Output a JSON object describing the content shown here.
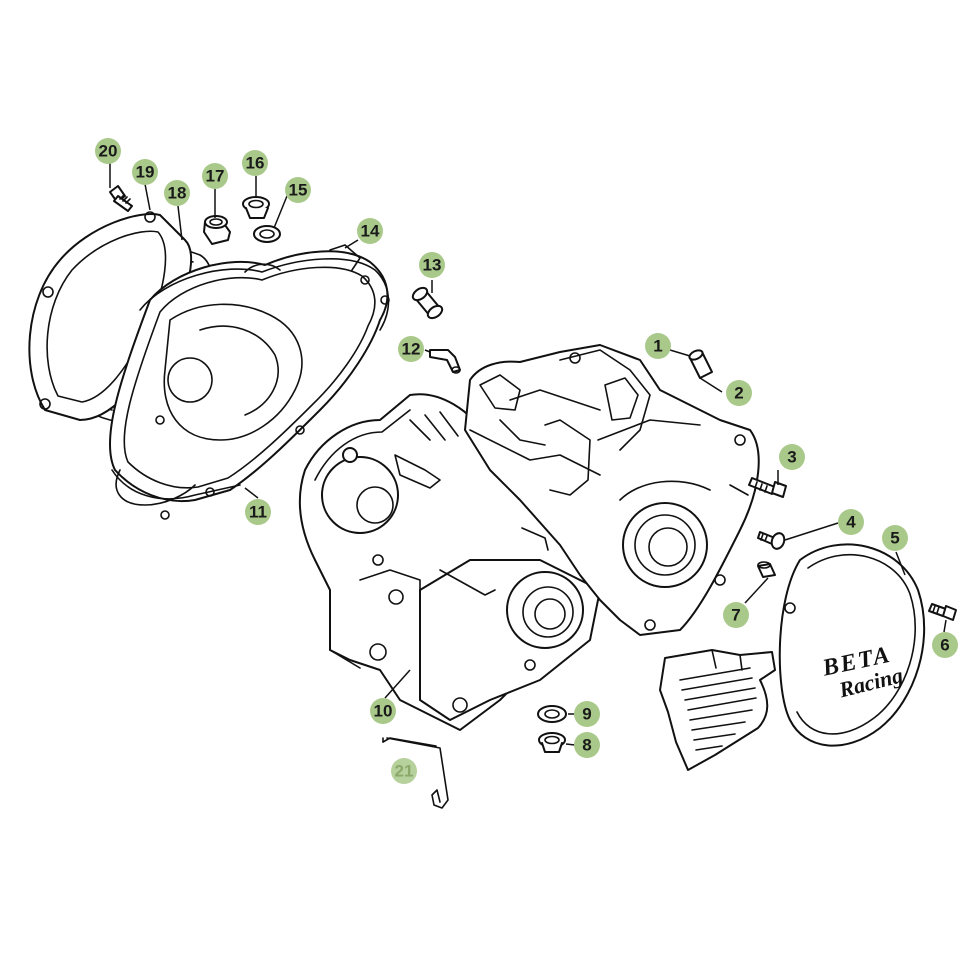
{
  "colors": {
    "callout": "#a9c98a",
    "line": "#111111",
    "background": "#ffffff"
  },
  "logo": {
    "brand": "BETA",
    "script": "Racing"
  },
  "callouts": [
    {
      "id": "1",
      "label": "1"
    },
    {
      "id": "2",
      "label": "2"
    },
    {
      "id": "3",
      "label": "3"
    },
    {
      "id": "4",
      "label": "4"
    },
    {
      "id": "5",
      "label": "5"
    },
    {
      "id": "6",
      "label": "6"
    },
    {
      "id": "7",
      "label": "7"
    },
    {
      "id": "8",
      "label": "8"
    },
    {
      "id": "9",
      "label": "9"
    },
    {
      "id": "10",
      "label": "10"
    },
    {
      "id": "11",
      "label": "11"
    },
    {
      "id": "12",
      "label": "12"
    },
    {
      "id": "13",
      "label": "13"
    },
    {
      "id": "14",
      "label": "14"
    },
    {
      "id": "15",
      "label": "15"
    },
    {
      "id": "16",
      "label": "16"
    },
    {
      "id": "17",
      "label": "17"
    },
    {
      "id": "18",
      "label": "18"
    },
    {
      "id": "19",
      "label": "19"
    },
    {
      "id": "20",
      "label": "20"
    },
    {
      "id": "21",
      "label": "21",
      "style": "outline"
    }
  ]
}
